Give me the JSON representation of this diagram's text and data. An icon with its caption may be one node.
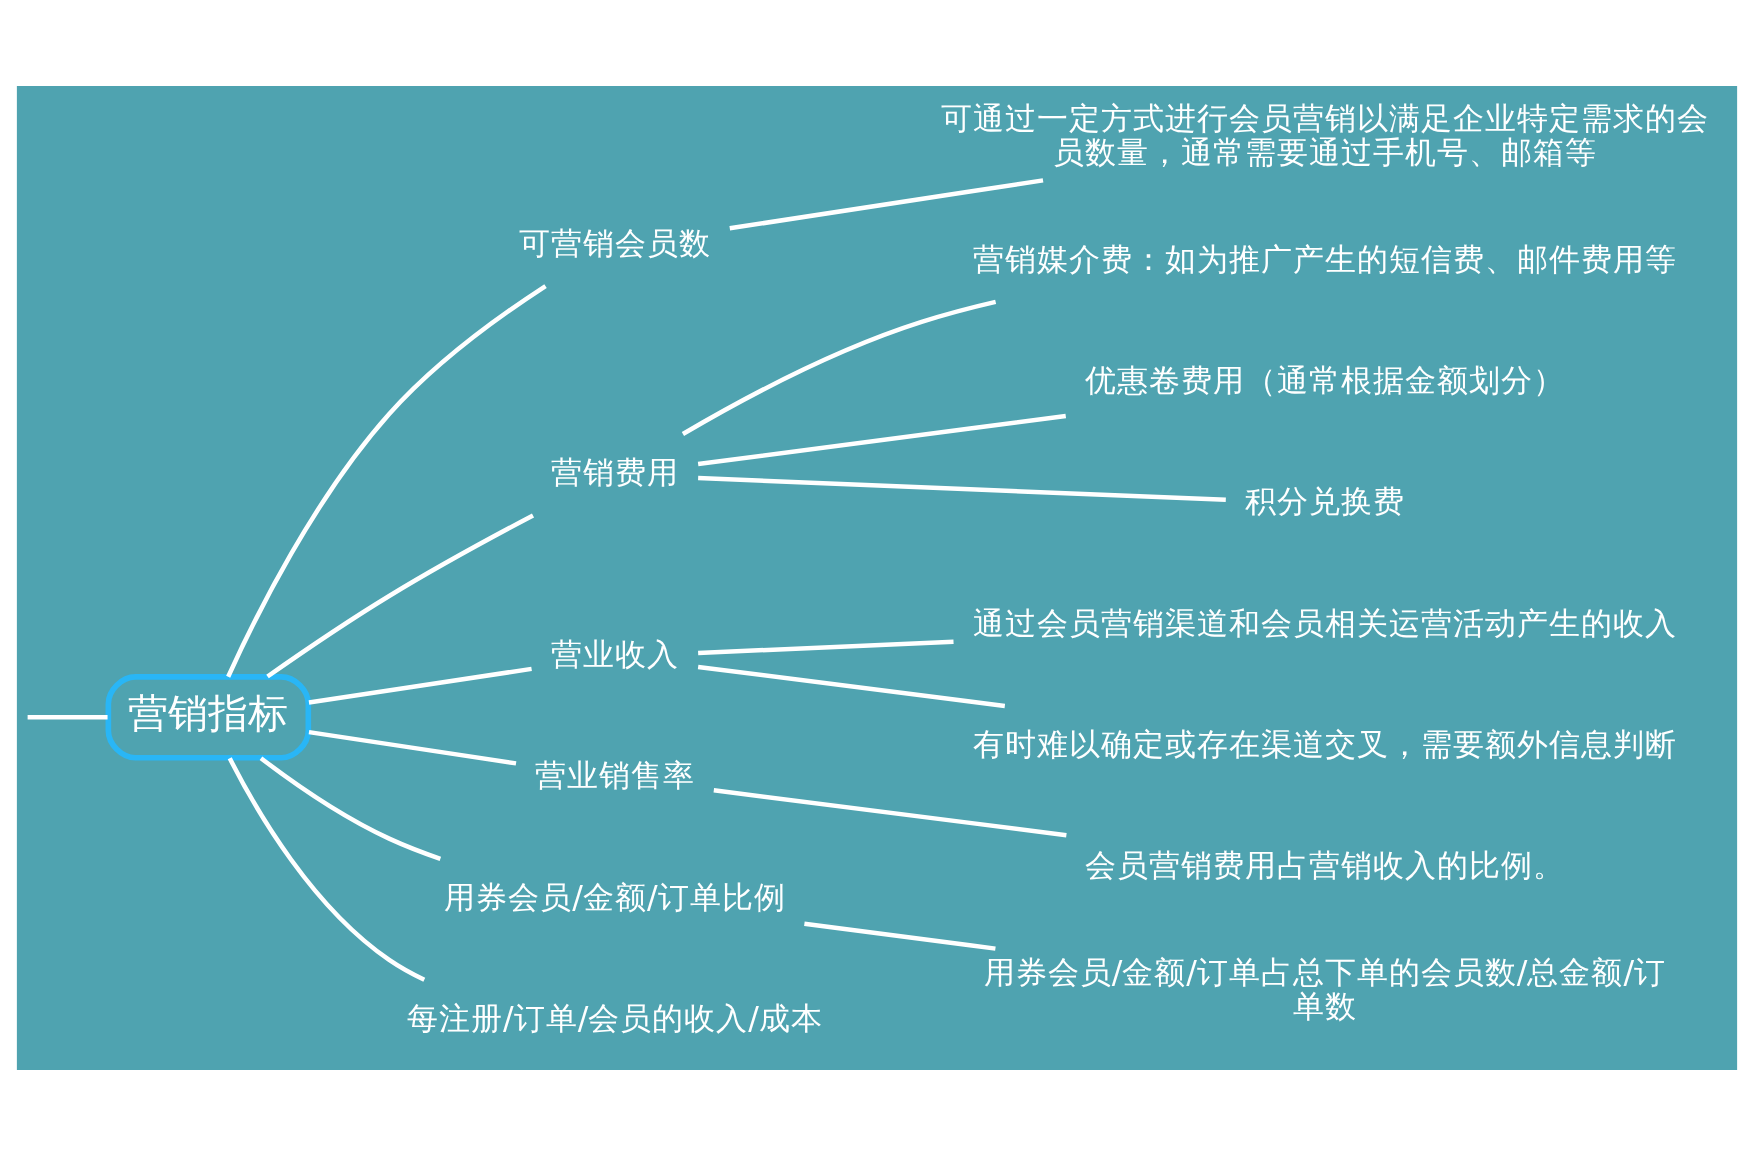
{
  "diagram": {
    "nodes": [
      {
        "text": [
          "营销指标"
        ]
      },
      {
        "text": [
          "可营销会员数"
        ]
      },
      {
        "text": [
          "可通过一定方式进行会员营销以满足企业特定需求的会员数量，通常需要通过手机号、邮箱等"
        ]
      },
      {
        "text": [
          "营销费用"
        ]
      },
      {
        "text": [
          "营销媒介费：如为推广产生的短信费、邮件费用等"
        ]
      },
      {
        "text": [
          "优惠卷费用（通常根据金额划分）"
        ]
      },
      {
        "text": [
          "积分兑换费"
        ]
      },
      {
        "text": [
          "营业收入"
        ]
      },
      {
        "text": [
          "通过会员营销渠道和会员相关运营活动产生的收入"
        ]
      },
      {
        "text": [
          "有时难以确定或存在渠道交叉，需要额外信息判断"
        ]
      },
      {
        "text": [
          "营业销售率"
        ]
      },
      {
        "text": [
          "会员营销费用占营销收入的比例。"
        ]
      },
      {
        "text": [
          "用券会员/金额/订单比例"
        ]
      },
      {
        "text": [
          "用券会员/金额/订单占总下单的会员数/总金额/订单数"
        ]
      },
      {
        "text": [
          "每注册/订单/会员的收入/成本"
        ]
      }
    ],
    "edges": [
      {
        "from": null,
        "to": 0,
        "arrow": "none"
      },
      {
        "from": 0,
        "to": 1,
        "arrow": "none"
      },
      {
        "from": 1,
        "to": 2,
        "arrow": "none"
      },
      {
        "from": 0,
        "to": 3,
        "arrow": "none"
      },
      {
        "from": 3,
        "to": 4,
        "arrow": "none"
      },
      {
        "from": 3,
        "to": 5,
        "arrow": "none"
      },
      {
        "from": 3,
        "to": 6,
        "arrow": "none"
      },
      {
        "from": 0,
        "to": 7,
        "arrow": "none"
      },
      {
        "from": 7,
        "to": 8,
        "arrow": "none"
      },
      {
        "from": 7,
        "to": 9,
        "arrow": "none"
      },
      {
        "from": 0,
        "to": 10,
        "arrow": "none"
      },
      {
        "from": 10,
        "to": 11,
        "arrow": "none"
      },
      {
        "from": 0,
        "to": 12,
        "arrow": "none"
      },
      {
        "from": 12,
        "to": 13,
        "arrow": "none"
      },
      {
        "from": 0,
        "to": 14,
        "arrow": "none"
      }
    ]
  }
}
